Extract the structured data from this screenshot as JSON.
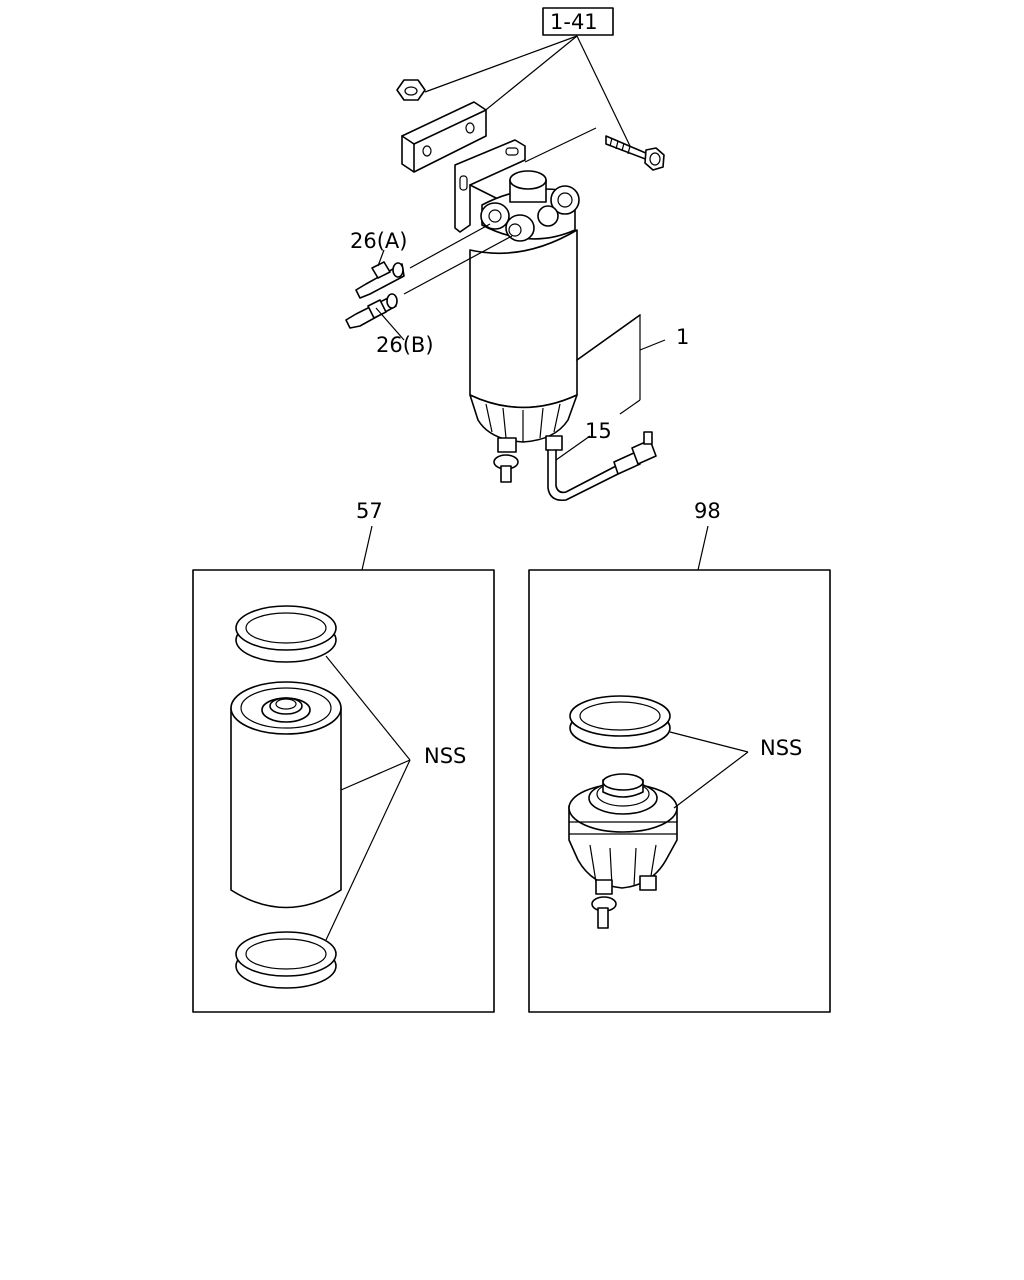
{
  "labels": {
    "ref_box": "1-41",
    "part_1": "1",
    "part_15": "15",
    "part_26a": "26(A)",
    "part_26b": "26(B)",
    "part_57": "57",
    "part_98": "98",
    "nss_left": "NSS",
    "nss_right": "NSS"
  },
  "colors": {
    "line": "#000000",
    "background": "#ffffff"
  }
}
